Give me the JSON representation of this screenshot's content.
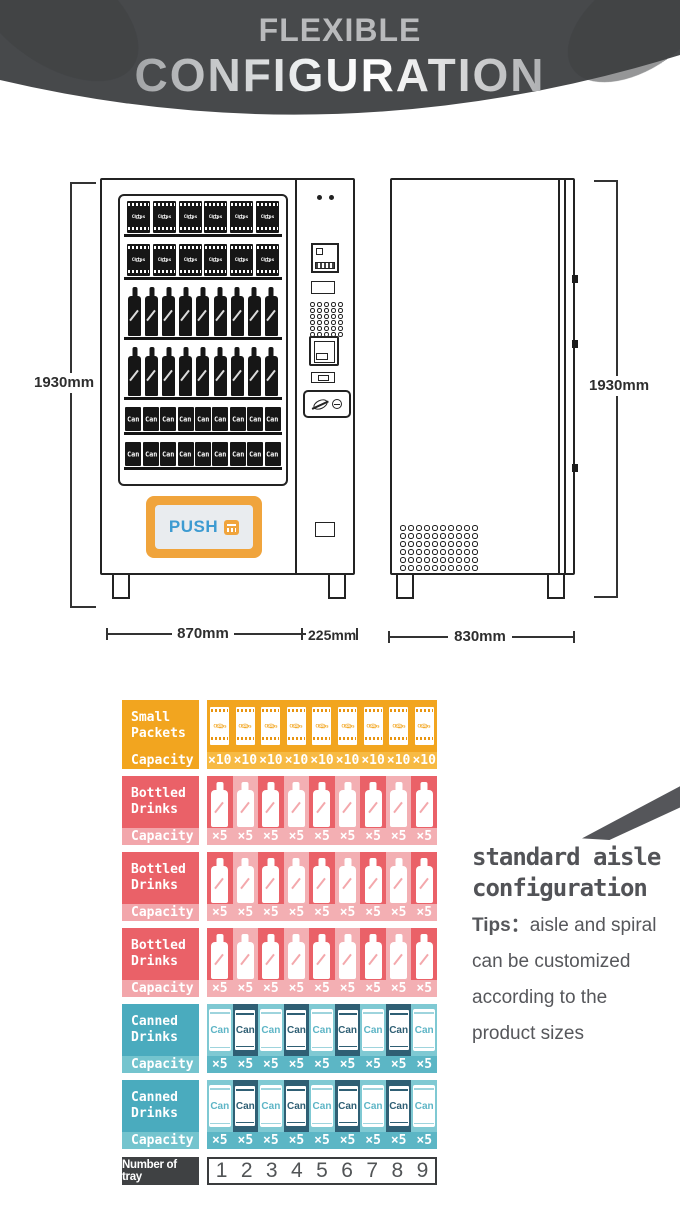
{
  "header": {
    "line1": "FLEXIBLE",
    "line2": "CONFIGURATION"
  },
  "dimensions": {
    "front_height": "1930mm",
    "side_height": "1930mm",
    "cabinet_width": "870mm",
    "panel_width": "225mm",
    "depth": "830mm"
  },
  "machine": {
    "push_label": "PUSH",
    "chip_label": "Chips",
    "can_label": "Can",
    "front_shelves": [
      {
        "type": "chips",
        "count": 6
      },
      {
        "type": "chips",
        "count": 6
      },
      {
        "type": "bottle",
        "count": 9
      },
      {
        "type": "bottle",
        "count": 9
      },
      {
        "type": "can",
        "count": 9
      },
      {
        "type": "can",
        "count": 9
      }
    ]
  },
  "table": {
    "capacity_label": "Capacity",
    "columns": 9,
    "rows": [
      {
        "label": "Small Packets",
        "item": "packet",
        "theme": "orange",
        "capacities": [
          "×10",
          "×10",
          "×10",
          "×10",
          "×10",
          "×10",
          "×10",
          "×10",
          "×10"
        ]
      },
      {
        "label": "Bottled Drinks",
        "item": "bottle",
        "theme": "red",
        "capacities": [
          "×5",
          "×5",
          "×5",
          "×5",
          "×5",
          "×5",
          "×5",
          "×5",
          "×5"
        ]
      },
      {
        "label": "Bottled Drinks",
        "item": "bottle",
        "theme": "red",
        "capacities": [
          "×5",
          "×5",
          "×5",
          "×5",
          "×5",
          "×5",
          "×5",
          "×5",
          "×5"
        ]
      },
      {
        "label": "Bottled Drinks",
        "item": "bottle",
        "theme": "red",
        "capacities": [
          "×5",
          "×5",
          "×5",
          "×5",
          "×5",
          "×5",
          "×5",
          "×5",
          "×5"
        ]
      },
      {
        "label": "Canned Drinks",
        "item": "can",
        "theme": "teal",
        "capacities": [
          "×5",
          "×5",
          "×5",
          "×5",
          "×5",
          "×5",
          "×5",
          "×5",
          "×5"
        ]
      },
      {
        "label": "Canned Drinks",
        "item": "can",
        "theme": "teal",
        "capacities": [
          "×5",
          "×5",
          "×5",
          "×5",
          "×5",
          "×5",
          "×5",
          "×5",
          "×5"
        ]
      }
    ],
    "tray_row": {
      "label": "Number of tray",
      "numbers": [
        "1",
        "2",
        "3",
        "4",
        "5",
        "6",
        "7",
        "8",
        "9"
      ]
    }
  },
  "aside": {
    "heading_line1": "standard aisle",
    "heading_line2": "configuration",
    "tips_label": "Tips：",
    "tips_lines": [
      "aisle and spiral",
      "can be customized",
      "according to the",
      "product sizes"
    ]
  },
  "colors": {
    "header_bg": "#47494B",
    "orange": "#F2A51F",
    "orange_light": "#F7BA43",
    "red": "#EA6168",
    "red_light": "#F3AFB3",
    "red_cap_label": "#F2A6AB",
    "teal": "#4AABBE",
    "teal_light": "#7FC9D3",
    "teal_dark": "#2F5F74",
    "teal_cap": "#5CB6C5",
    "teal_cap_label": "#74C4CE",
    "tray_bg": "#3F4143",
    "push_blue": "#3D9BD1",
    "push_frame": "#F0A43C",
    "text_dark": "#55565A"
  }
}
